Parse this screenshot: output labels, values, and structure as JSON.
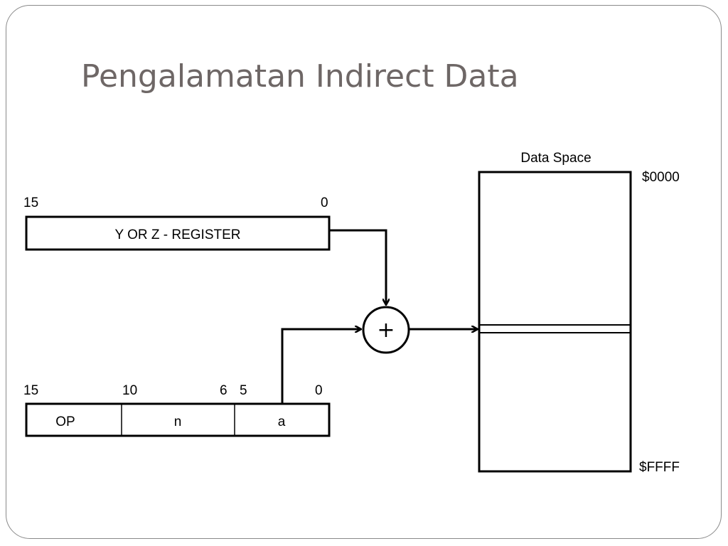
{
  "slide": {
    "title": "Pengalamatan Indirect Data"
  },
  "register": {
    "label": "Y OR Z - REGISTER",
    "bit_high": "15",
    "bit_low": "0"
  },
  "instruction": {
    "bits": [
      "15",
      "10",
      "6",
      "5",
      "0"
    ],
    "fields": [
      {
        "label": "OP"
      },
      {
        "label": "n"
      },
      {
        "label": "a"
      }
    ]
  },
  "adder": {
    "symbol": "+"
  },
  "data_space": {
    "title": "Data Space",
    "addr_top": "$0000",
    "addr_bottom": "$FFFF"
  }
}
